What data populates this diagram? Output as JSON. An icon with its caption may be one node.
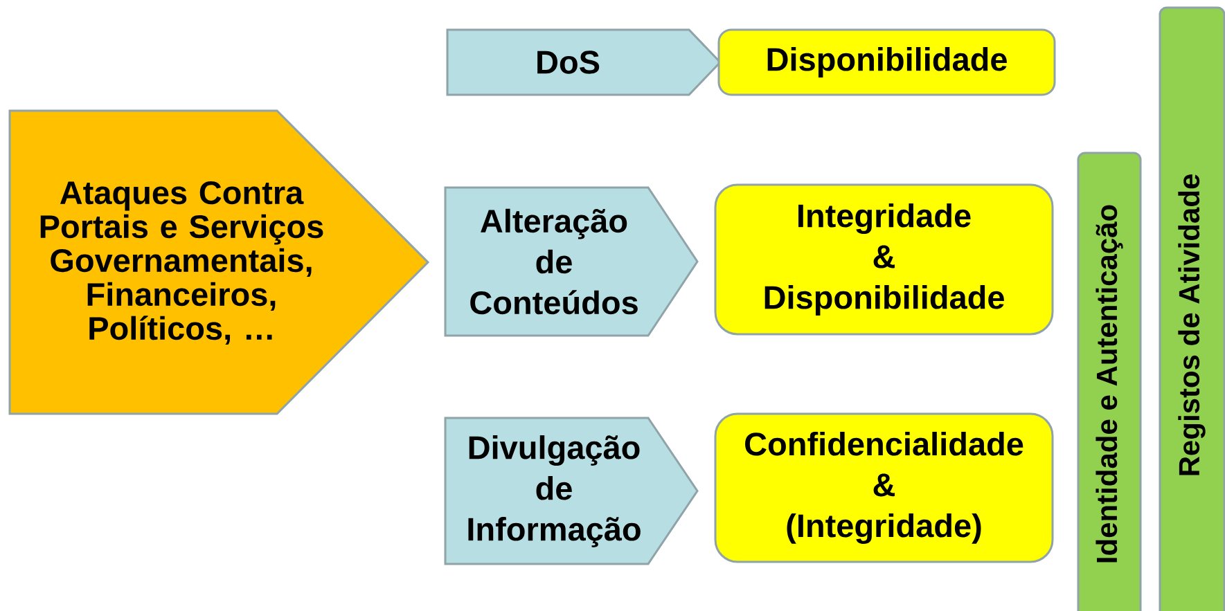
{
  "diagram": {
    "nodes": [
      {
        "text": [
          "Ataques Contra Portais e Serviços Governamentais, Financeiros, Políticos, …"
        ]
      },
      {
        "text": [
          "DoS"
        ]
      },
      {
        "text": [
          "Disponibilidade"
        ]
      },
      {
        "text": [
          "Alteração de Conteúdos"
        ]
      },
      {
        "text": [
          "Integridade & Disponibilidade"
        ]
      },
      {
        "text": [
          "Divulgação de Informação"
        ]
      },
      {
        "text": [
          "Confidencialidade & (Integridade)"
        ]
      },
      {
        "text": [
          "Identidade e Autenticação"
        ]
      },
      {
        "text": [
          "Registos de Atividade"
        ]
      }
    ]
  }
}
